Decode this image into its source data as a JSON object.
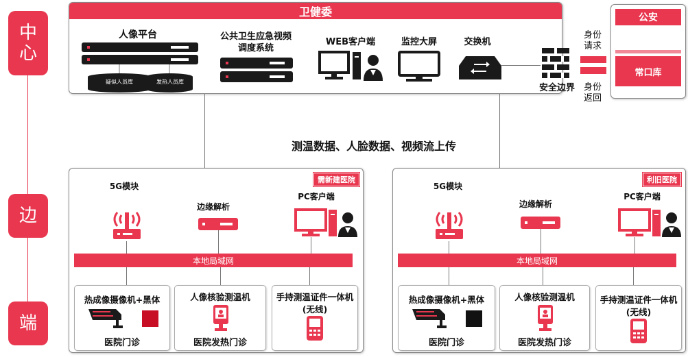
{
  "tiers": {
    "center": "中心",
    "edge": "边",
    "end": "端"
  },
  "center_panel": {
    "title": "卫健委",
    "portrait_platform": "人像平台",
    "db_suspect": "疑似人员库",
    "db_fever": "发热人员库",
    "dispatch_line1": "公共卫生应急视频",
    "dispatch_line2": "调度系统",
    "web_client": "WEB客户端",
    "monitor_screen": "监控大屏",
    "switch": "交换机",
    "security_boundary": "安全边界"
  },
  "identity_request": [
    "身份",
    "请求"
  ],
  "identity_return": [
    "身份",
    "返回"
  ],
  "police_panel": {
    "title": "公安",
    "registry": "常口库"
  },
  "upload_note": "测温数据、人脸数据、视频流上传",
  "hospitals": [
    {
      "tag": "需新建医院",
      "module_5g": "5G模块",
      "edge_analysis": "边缘解析",
      "pc_client": "PC客户端",
      "lan": "本地局域网",
      "device1_title": "热成像摄像机+黑体",
      "device1_footer": "医院门诊",
      "device2_title": "人像核验测温机",
      "device2_footer": "医院发热门诊",
      "device3_title": "手持测温证件一体机",
      "device3_sub": "(无线)"
    },
    {
      "tag": "利旧医院",
      "module_5g": "5G模块",
      "edge_analysis": "边缘解析",
      "pc_client": "PC客户端",
      "lan": "本地局域网",
      "device1_title": "热成像摄像机+黑体",
      "device1_footer": "医院门诊",
      "device2_title": "人像核验测温机",
      "device2_footer": "医院发热门诊",
      "device3_title": "手持测温证件一体机",
      "device3_sub": "(无线)"
    }
  ],
  "colors": {
    "accent": "#e8374f",
    "dark": "#1a1a1a"
  }
}
